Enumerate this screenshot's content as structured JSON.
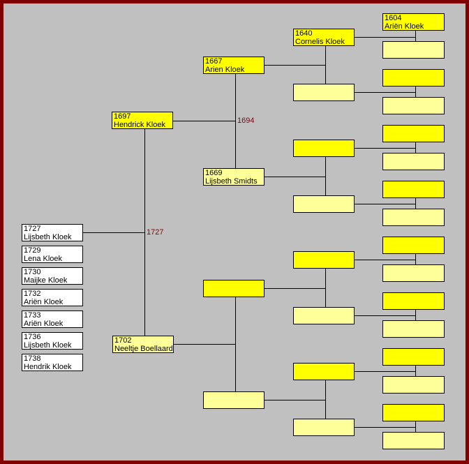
{
  "children": [
    {
      "year": "1727",
      "name": "Lijsbeth Kloek"
    },
    {
      "year": "1729",
      "name": "Lena Kloek"
    },
    {
      "year": "1730",
      "name": "Maijke Kloek"
    },
    {
      "year": "1732",
      "name": "Ariën Kloek"
    },
    {
      "year": "1733",
      "name": "Ariën Kloek"
    },
    {
      "year": "1736",
      "name": "Lijsbeth Kloek"
    },
    {
      "year": "1738",
      "name": "Hendrik Kloek"
    }
  ],
  "parents": {
    "father": {
      "year": "1697",
      "name": "Hendrick Kloek"
    },
    "mother": {
      "year": "1702",
      "name": "Neeltje Boellaard"
    },
    "marriage_year": "1727"
  },
  "grandparents": {
    "paternal_father": {
      "year": "1667",
      "name": "Arien Kloek"
    },
    "paternal_mother": {
      "year": "1669",
      "name": "Lijsbeth Smidts"
    },
    "paternal_marriage_year": "1694"
  },
  "great_grandparents": {
    "g0": {
      "year": "1640",
      "name": "Cornelis Kloek"
    }
  },
  "gg_grandparents": {
    "g0": {
      "year": "1604",
      "name": "Ariën Kloek"
    }
  }
}
